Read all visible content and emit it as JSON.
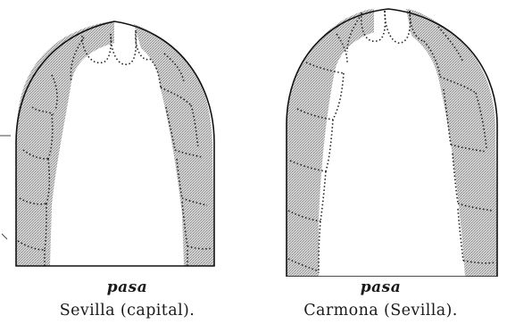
{
  "figures": [
    {
      "word": "pasa",
      "caption": "Sevilla (capital)."
    },
    {
      "word": "pasa",
      "caption": "Carmona (Sevilla)."
    }
  ],
  "colors": {
    "ink": "#1a1a1a",
    "contact_fill": "#c8c8c8"
  }
}
